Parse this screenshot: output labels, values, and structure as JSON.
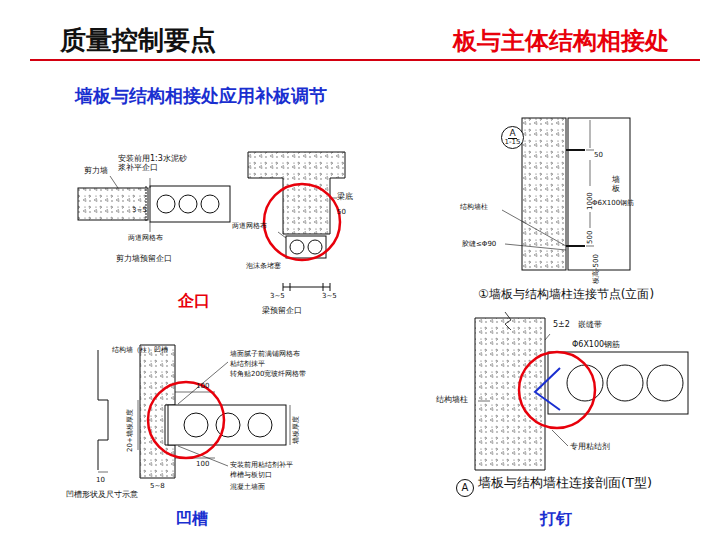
{
  "diagram": {
    "title": "质量控制要点",
    "nodes": [
      {
        "text": [
          "A",
          "1-15"
        ]
      },
      {
        "text": [
          "A"
        ]
      }
    ],
    "labels": [
      "板与主体结构相接处",
      "墙板与结构相接处应用补板调节",
      "剪力墙",
      "安装前用1:3水泥砂浆补平企口",
      "3~5",
      "两道网格布",
      "剪力墙预留企口",
      "梁底",
      "50",
      "两道网格布",
      "泡沫条堵塞",
      "3~5",
      "3~5",
      "梁预留企口",
      "企口",
      "结构墙（柱）凹槽",
      "墙面腻子前满铺网格布",
      "粘结剂抹平",
      "转角贴200宽玻纤网格带",
      "100",
      "20+墙板厚度",
      "墙板厚度",
      "100",
      "安装前用粘结剂补平",
      "榫槽与板切口",
      "5~8",
      "混凝土墙面",
      "10",
      "凹槽形状及尺寸示意",
      "凹槽",
      "50",
      "1000",
      "墙板",
      "结构墙柱",
      "Φ6X100钢筋",
      "胶缝≤Φ90",
      "500",
      "板高-500",
      "①墙板与结构墙柱连接节点(立面)",
      "5±2",
      "嵌缝带",
      "Φ6X100钢筋",
      "结构墙柱",
      "专用粘结剂",
      "墙板与结构墙柱连接剖面(T型)",
      "打钉"
    ]
  }
}
